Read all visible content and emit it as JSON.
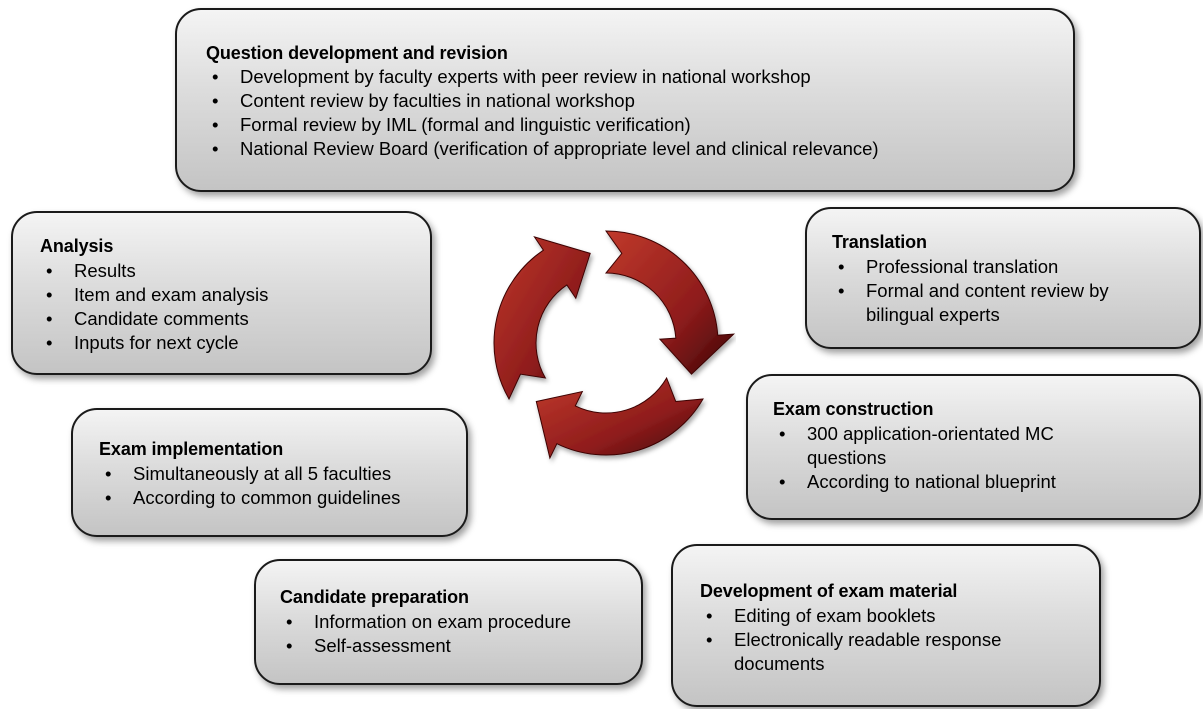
{
  "boxes": {
    "question_development": {
      "title": "Question development and revision",
      "items": [
        "Development by faculty experts with peer review in national workshop",
        "Content review by faculties in national workshop",
        "Formal review by IML (formal and linguistic verification)",
        "National Review Board (verification of appropriate level and clinical relevance)"
      ]
    },
    "analysis": {
      "title": "Analysis",
      "items": [
        "Results",
        "Item and exam analysis",
        "Candidate comments",
        "Inputs for next cycle"
      ]
    },
    "translation": {
      "title": "Translation",
      "items": [
        "Professional translation",
        "Formal and content review by bilingual experts"
      ]
    },
    "exam_construction": {
      "title": "Exam construction",
      "items": [
        "300 application-orientated MC questions",
        "According to national blueprint"
      ]
    },
    "exam_implementation": {
      "title": "Exam implementation",
      "items": [
        "Simultaneously at all 5 faculties",
        "According to common guidelines"
      ]
    },
    "candidate_preparation": {
      "title": "Candidate preparation",
      "items": [
        "Information on exam procedure",
        "Self-assessment"
      ]
    },
    "development_material": {
      "title": "Development of exam material",
      "items": [
        "Editing of exam booklets",
        "Electronically readable response documents"
      ]
    }
  },
  "cycle": {
    "icon": "cycle-arrows-icon",
    "arrow_count": 3,
    "colors": {
      "light": "#c0392b",
      "mid": "#8e1c1c",
      "dark": "#3d0606"
    }
  }
}
